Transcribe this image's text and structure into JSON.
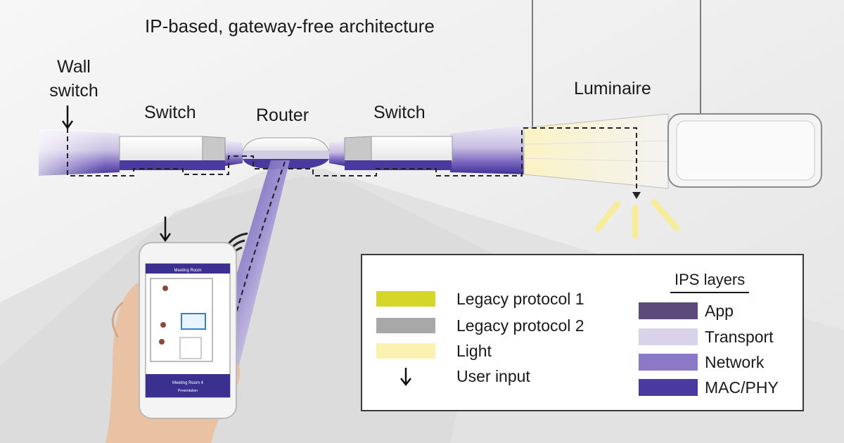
{
  "diagram": {
    "title": "IP-based, gateway-free architecture",
    "nodes": {
      "wall_switch_line1": "Wall",
      "wall_switch_line2": "switch",
      "switch_left": "Switch",
      "router": "Router",
      "switch_right": "Switch",
      "luminaire": "Luminaire"
    }
  },
  "phone": {
    "screen_title": "Meeting Room",
    "screen_footer": "Meeting Room 4",
    "screen_footer_sub": "Presentation"
  },
  "legend": {
    "protocols": [
      {
        "label": "Legacy protocol 1",
        "color": "#d4d62a"
      },
      {
        "label": "Legacy protocol 2",
        "color": "#a8a8a8"
      },
      {
        "label": "Light",
        "color": "#fbf1b0"
      },
      {
        "label": "User input",
        "icon": "down-arrow-icon"
      }
    ],
    "ips_title": "IPS layers",
    "ips_layers": [
      {
        "label": "App",
        "color": "#5b4a7a"
      },
      {
        "label": "Transport",
        "color": "#d8d2ea"
      },
      {
        "label": "Network",
        "color": "#8b79c8"
      },
      {
        "label": "MAC/PHY",
        "color": "#4a3aa0"
      }
    ]
  }
}
